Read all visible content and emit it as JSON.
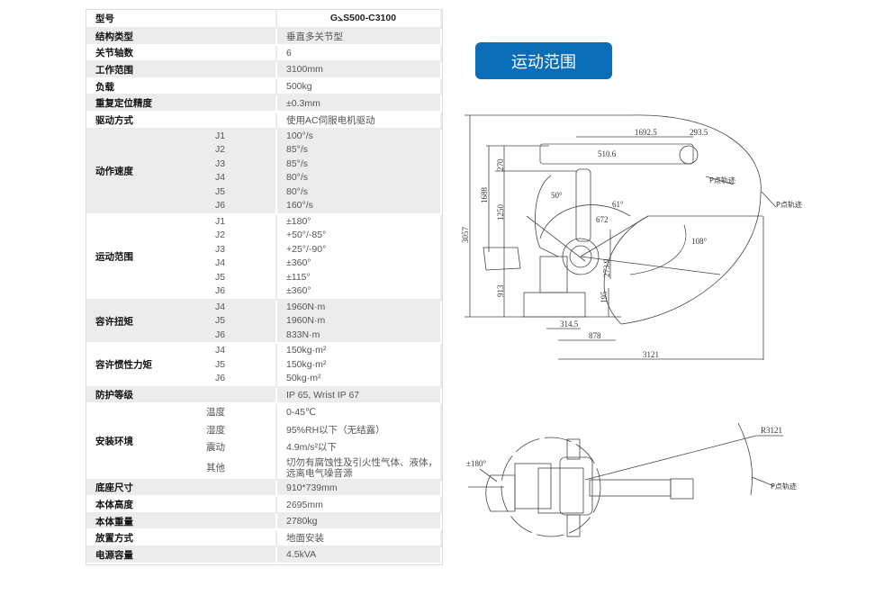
{
  "table": {
    "header": {
      "label": "型号",
      "value": "G⦣S500-C3100"
    },
    "rows": [
      {
        "label": "结构类型",
        "value": "垂直多关节型"
      },
      {
        "label": "关节轴数",
        "value": "6"
      },
      {
        "label": "工作范围",
        "value": "3100mm"
      },
      {
        "label": "负载",
        "value": "500kg"
      },
      {
        "label": "重复定位精度",
        "value": "±0.3mm"
      },
      {
        "label": "驱动方式",
        "value": "使用AC伺服电机驱动"
      }
    ],
    "speed": {
      "label": "动作速度",
      "joints": [
        "J1",
        "J2",
        "J3",
        "J4",
        "J5",
        "J6"
      ],
      "values": [
        "100°/s",
        "85°/s",
        "85°/s",
        "80°/s",
        "80°/s",
        "160°/s"
      ]
    },
    "range": {
      "label": "运动范围",
      "joints": [
        "J1",
        "J2",
        "J3",
        "J4",
        "J5",
        "J6"
      ],
      "values": [
        "±180°",
        "+50°/-85°",
        "+25°/-90°",
        "±360°",
        "±115°",
        "±360°"
      ]
    },
    "torque": {
      "label": "容许扭矩",
      "joints": [
        "J4",
        "J5",
        "J6"
      ],
      "values": [
        "1960N·m",
        "1960N·m",
        "833N·m"
      ]
    },
    "inertia": {
      "label": "容许惯性力矩",
      "joints": [
        "J4",
        "J5",
        "J6"
      ],
      "values": [
        "150kg·m²",
        "150kg·m²",
        "50kg·m²"
      ]
    },
    "protection": {
      "label": "防护等级",
      "value": "IP 65, Wrist IP 67"
    },
    "env": {
      "label": "安装环境",
      "keys": [
        "温度",
        "湿度",
        "震动",
        "其他"
      ],
      "values": [
        "0-45℃",
        "95%RH以下（无结露）",
        "4.9m/s²以下",
        "切勿有腐蚀性及引火性气体、液体，远离电气噪音源"
      ]
    },
    "tail": [
      {
        "label": "底座尺寸",
        "value": "910*739mm"
      },
      {
        "label": "本体高度",
        "value": "2695mm"
      },
      {
        "label": "本体重量",
        "value": "2780kg"
      },
      {
        "label": "放置方式",
        "value": "地面安装"
      },
      {
        "label": "电源容量",
        "value": "4.5kVA"
      }
    ]
  },
  "section_button": "运动范围",
  "accent": "#0b6cb8",
  "side_view": {
    "dims": [
      "1692.5",
      "293.5",
      "510.6",
      "270",
      "1688",
      "1250",
      "3057",
      "913",
      "50°",
      "61°",
      "672",
      "108°",
      "273.9",
      "195",
      "314.5",
      "878",
      "3121"
    ],
    "p_label_1": "P点轨迹",
    "p_label_2": "P点轨迹"
  },
  "top_view": {
    "angle": "±180°",
    "radius": "R3121",
    "p_label": "P点轨迹"
  }
}
